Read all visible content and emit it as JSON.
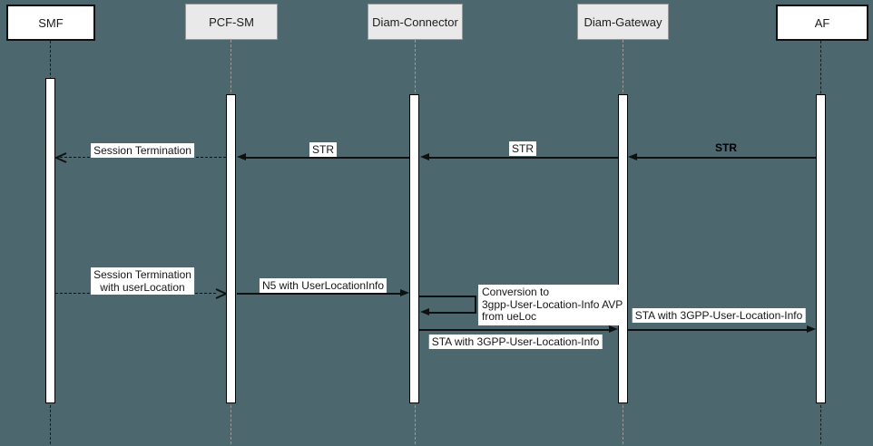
{
  "diagram": {
    "type": "sequence-diagram",
    "background_color": "#4C686E",
    "label_background": "#FFFFFF",
    "participant_fill_plain": "#FFFFFF",
    "participant_fill_shaded": "#E9E9E9",
    "line_color": "#101010"
  },
  "participants": [
    {
      "name": "SMF",
      "variant": "plain"
    },
    {
      "name": "PCF-SM",
      "variant": "shaded"
    },
    {
      "name": "Diam-Connector",
      "variant": "shaded"
    },
    {
      "name": "Diam-Gateway",
      "variant": "shaded"
    },
    {
      "name": "AF",
      "variant": "plain"
    }
  ],
  "messages": [
    {
      "label": "Session Termination",
      "from": "PCF-SM",
      "to": "SMF",
      "style": "dashed",
      "direction": "left"
    },
    {
      "label": "STR",
      "from": "Diam-Connector",
      "to": "PCF-SM",
      "style": "solid",
      "direction": "left"
    },
    {
      "label": "STR",
      "from": "Diam-Gateway",
      "to": "Diam-Connector",
      "style": "solid",
      "direction": "left"
    },
    {
      "label": "STR",
      "from": "AF",
      "to": "Diam-Gateway",
      "style": "solid",
      "direction": "left",
      "label_emphasis": "bold"
    },
    {
      "label": "Session Termination\nwith userLocation",
      "from": "SMF",
      "to": "PCF-SM",
      "style": "dashed",
      "direction": "right"
    },
    {
      "label": "N5 with UserLocationInfo",
      "from": "PCF-SM",
      "to": "Diam-Connector",
      "style": "solid",
      "direction": "right"
    },
    {
      "label": "Conversion to\n3gpp-User-Location-Info AVP\nfrom ueLoc",
      "from": "Diam-Connector",
      "to": "Diam-Connector",
      "style": "self-message"
    },
    {
      "label": "STA with 3GPP-User-Location-Info",
      "from": "Diam-Connector",
      "to": "Diam-Gateway",
      "style": "solid",
      "direction": "right",
      "label_position": "below"
    },
    {
      "label": "STA with 3GPP-User-Location-Info",
      "from": "Diam-Gateway",
      "to": "AF",
      "style": "solid",
      "direction": "right",
      "label_position": "above"
    }
  ]
}
